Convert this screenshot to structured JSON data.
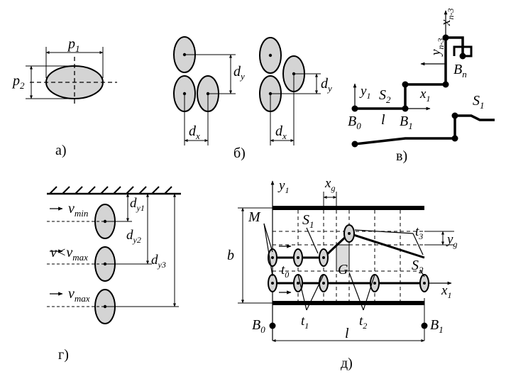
{
  "panels": {
    "a": {
      "caption": "а)",
      "p1": "p",
      "p1_sub": "1",
      "p2": "p",
      "p2_sub": "2"
    },
    "b": {
      "caption": "б)",
      "dy_left": "d",
      "dy_left_sub": "y",
      "dx_left": "d",
      "dx_left_sub": "x",
      "dy_right": "d",
      "dy_right_sub": "y",
      "dx_right": "d",
      "dx_right_sub": "x"
    },
    "v": {
      "caption": "в)",
      "xn3": "x",
      "xn3_sub": "n-3",
      "yn3": "y",
      "yn3_sub": "n-3",
      "Bn": "B",
      "Bn_sub": "n",
      "y1": "y",
      "y1_sub": "1",
      "S2": "S",
      "S2_sub": "2",
      "x1": "x",
      "x1_sub": "1",
      "S1": "S",
      "S1_sub": "1",
      "B0": "B",
      "B0_sub": "0",
      "l": "l",
      "B1": "B",
      "B1_sub": "1"
    },
    "g": {
      "caption": "г)",
      "vmin": "v",
      "vmin_sub": "min",
      "vmid_a": "v",
      "vmid_b": "<v",
      "vmid_sub": "max",
      "vmax": "v",
      "vmax_sub": "max",
      "dy1": "d",
      "dy1_sub": "y1",
      "dy2": "d",
      "dy2_sub": "y2",
      "dy3": "d",
      "dy3_sub": "y3"
    },
    "d": {
      "caption": "д)",
      "y1": "y",
      "y1_sub": "1",
      "xg": "x",
      "xg_sub": "g",
      "M": "M",
      "S1": "S",
      "S1_sub": "1",
      "t3": "t",
      "t3_sub": "3",
      "yg": "y",
      "yg_sub": "g",
      "b": "b",
      "t0": "t",
      "t0_sub": "0",
      "G": "G",
      "S2": "S",
      "S2_sub": "2",
      "x1": "x",
      "x1_sub": "1",
      "B0": "B",
      "B0_sub": "0",
      "t1": "t",
      "t1_sub": "1",
      "t2": "t",
      "t2_sub": "2",
      "B1": "B",
      "B1_sub": "1",
      "l": "l"
    }
  },
  "colors": {
    "ellipse_fill": "#d4d4d4",
    "line": "#000000",
    "grid_fill": "#dcdcdc"
  }
}
